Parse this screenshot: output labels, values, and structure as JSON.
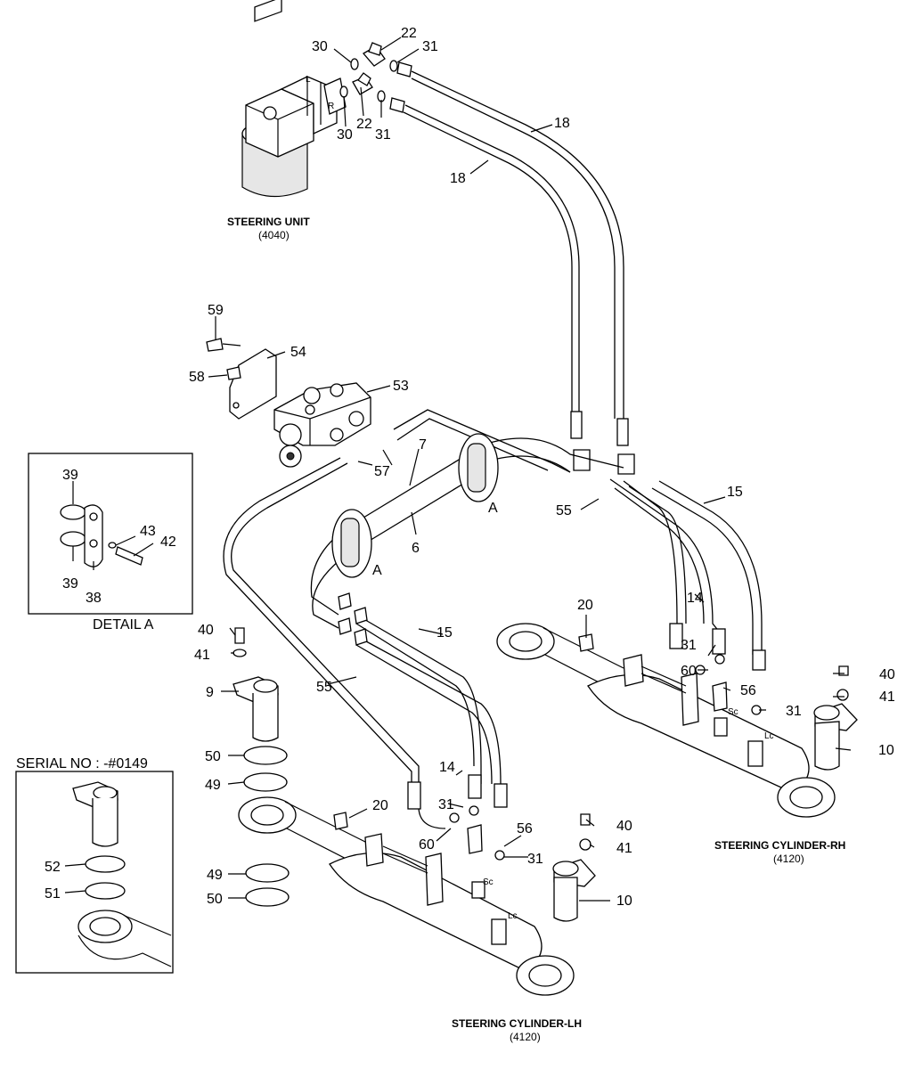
{
  "captions": {
    "steering_unit": "STEERING UNIT",
    "steering_unit_code": "(4040)",
    "cyl_rh": "STEERING CYLINDER-RH",
    "cyl_rh_code": "(4120)",
    "cyl_lh": "STEERING CYLINDER-LH",
    "cyl_lh_code": "(4120)",
    "detail_a": "DETAIL A",
    "serial_no": "SERIAL NO : -#0149"
  },
  "letters": {
    "L": "L",
    "R": "R",
    "A": "A",
    "Sc": "Sc",
    "Lc": "Lc"
  },
  "numbers": {
    "n30": "30",
    "n22": "22",
    "n31": "31",
    "n18": "18",
    "n59": "59",
    "n54": "54",
    "n58": "58",
    "n53": "53",
    "n57": "57",
    "n7": "7",
    "n6": "6",
    "n55": "55",
    "n15": "15",
    "n14": "14",
    "n20": "20",
    "n60": "60",
    "n56": "56",
    "n40": "40",
    "n41": "41",
    "n10": "10",
    "n9": "9",
    "n50": "50",
    "n49": "49",
    "n52": "52",
    "n51": "51",
    "n39": "39",
    "n43": "43",
    "n42": "42",
    "n38": "38"
  }
}
